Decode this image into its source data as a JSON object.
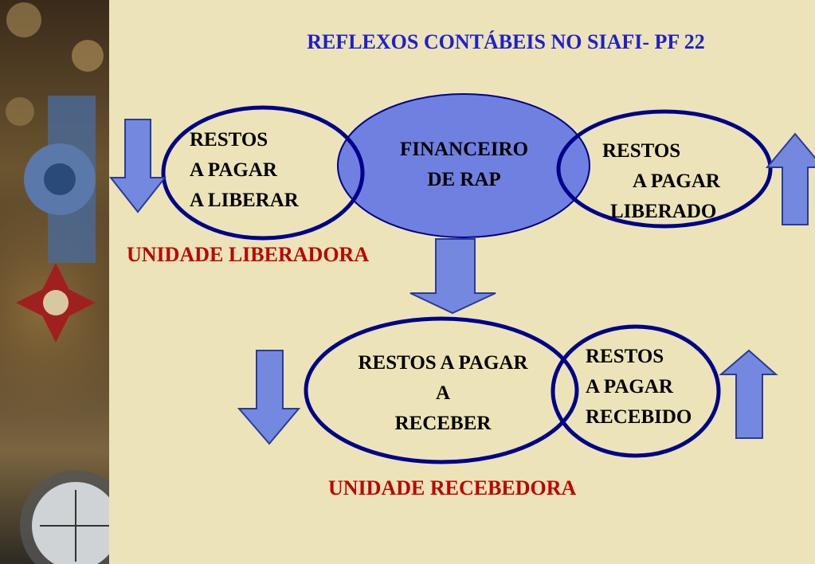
{
  "title": "REFLEXOS CONTÁBEIS NO SIAFI- PF 22",
  "nodes": {
    "rap_liberar": [
      "RESTOS",
      "A PAGAR",
      "A LIBERAR"
    ],
    "financeiro": [
      "FINANCEIRO",
      "DE RAP"
    ],
    "rap_liberado": [
      "RESTOS",
      "A PAGAR",
      "LIBERADO"
    ],
    "rap_receber": [
      "RESTOS A PAGAR",
      "A",
      "RECEBER"
    ],
    "rap_recebido": [
      "RESTOS",
      "A PAGAR",
      "RECEBIDO"
    ]
  },
  "units": {
    "liberadora": "UNIDADE LIBERADORA",
    "recebedora": "UNIDADE RECEBEDORA"
  },
  "colors": {
    "title": "#1F1FD0",
    "unit_text": "#C00000",
    "ellipse_stroke": "#00008B",
    "financeiro_fill": "#7080E0",
    "arrow_fill": "#7488E0"
  }
}
